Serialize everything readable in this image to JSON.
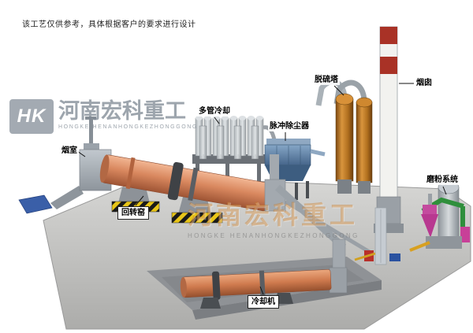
{
  "disclaimer": "该工艺仅供参考，具体根据客户的要求进行设计",
  "watermark": {
    "logo_text": "HK",
    "brand_cn": "河南宏科重工",
    "brand_en": "HONGKE HENANHONGKEZHONGGONG",
    "center_brand_cn": "河南宏科重工",
    "center_brand_en": "HONGKE HENANHONGKEZHONGGONG"
  },
  "labels": {
    "smoke_chamber": "烟室",
    "multi_tube_cooler": "多管冷却",
    "pulse_dust_collector": "脉冲除尘器",
    "desulfurization_tower": "脱硫塔",
    "chimney": "烟囱",
    "grinding_system": "磨粉系统",
    "rotary_kiln": "回转窑",
    "cooling_machine": "冷却机"
  },
  "colors": {
    "kiln_body": "#d9885f",
    "cooling_machine_body": "#cf7a4e",
    "dust_collector_blue": "#5a7fa5",
    "desulfurization_orange": "#c8822a",
    "chimney_band_red": "#a93226",
    "ground_grey": "#bfbfbf",
    "hazard_yellow": "#e8c518",
    "watermark_grey": "#808994",
    "watermark_orange": "#c87d28"
  }
}
